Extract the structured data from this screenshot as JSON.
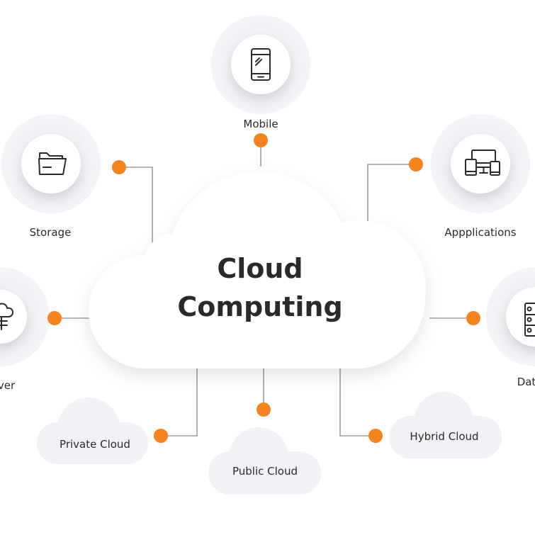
{
  "title": {
    "line1": "Cloud",
    "line2": "Computing"
  },
  "nodes": {
    "mobile": {
      "label": "Mobile",
      "icon": "mobile-phone-icon"
    },
    "storage": {
      "label": "Storage",
      "icon": "folder-icon"
    },
    "applications": {
      "label": "Appplications",
      "icon": "devices-icon"
    },
    "server": {
      "label": "ver",
      "icon": "server-cloud-icon"
    },
    "database": {
      "label": "Dat",
      "icon": "database-icon"
    }
  },
  "clouds": {
    "private": "Private Cloud",
    "public": "Public Cloud",
    "hybrid": "Hybrid Cloud"
  },
  "colors": {
    "accent": "#f5841f",
    "connector": "#9e9e9e",
    "node_bg": "#f1f2f5",
    "text": "#2b2b2b"
  }
}
